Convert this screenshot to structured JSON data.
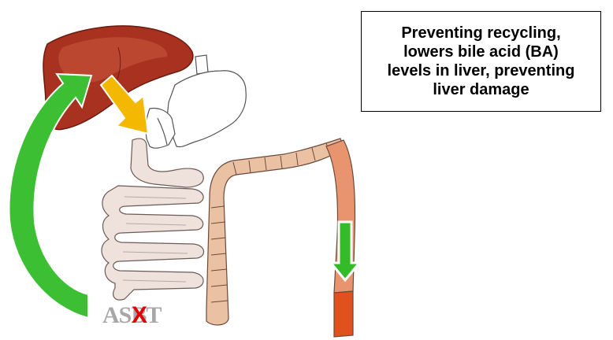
{
  "caption": {
    "line1": "Preventing recycling,",
    "line2": "lowers bile acid (BA)",
    "line3": "levels in liver, preventing",
    "line4": "liver damage"
  },
  "transporter": {
    "label": "ASBT",
    "blocked_mark": "X"
  },
  "colors": {
    "liver": "#a8321f",
    "liver_highlight": "#c9553c",
    "small_intestine": "#efe2dc",
    "colon_light": "#ebc1a4",
    "colon_descending": "#e8946e",
    "rectum": "#e0511e",
    "recycle_arrow": "#3cbf33",
    "bile_flow_arrow": "#f4b800",
    "excretion_arrow": "#33bb2a",
    "blocked_x": "#e00000",
    "label_gray": "#a7a7a7"
  },
  "icons": {
    "liver": "liver-organ-icon",
    "stomach": "stomach-outline-icon",
    "intestine": "intestine-icon",
    "recycle": "curved-arrow-icon",
    "bile": "down-right-arrow-icon",
    "excretion": "down-arrow-icon"
  }
}
